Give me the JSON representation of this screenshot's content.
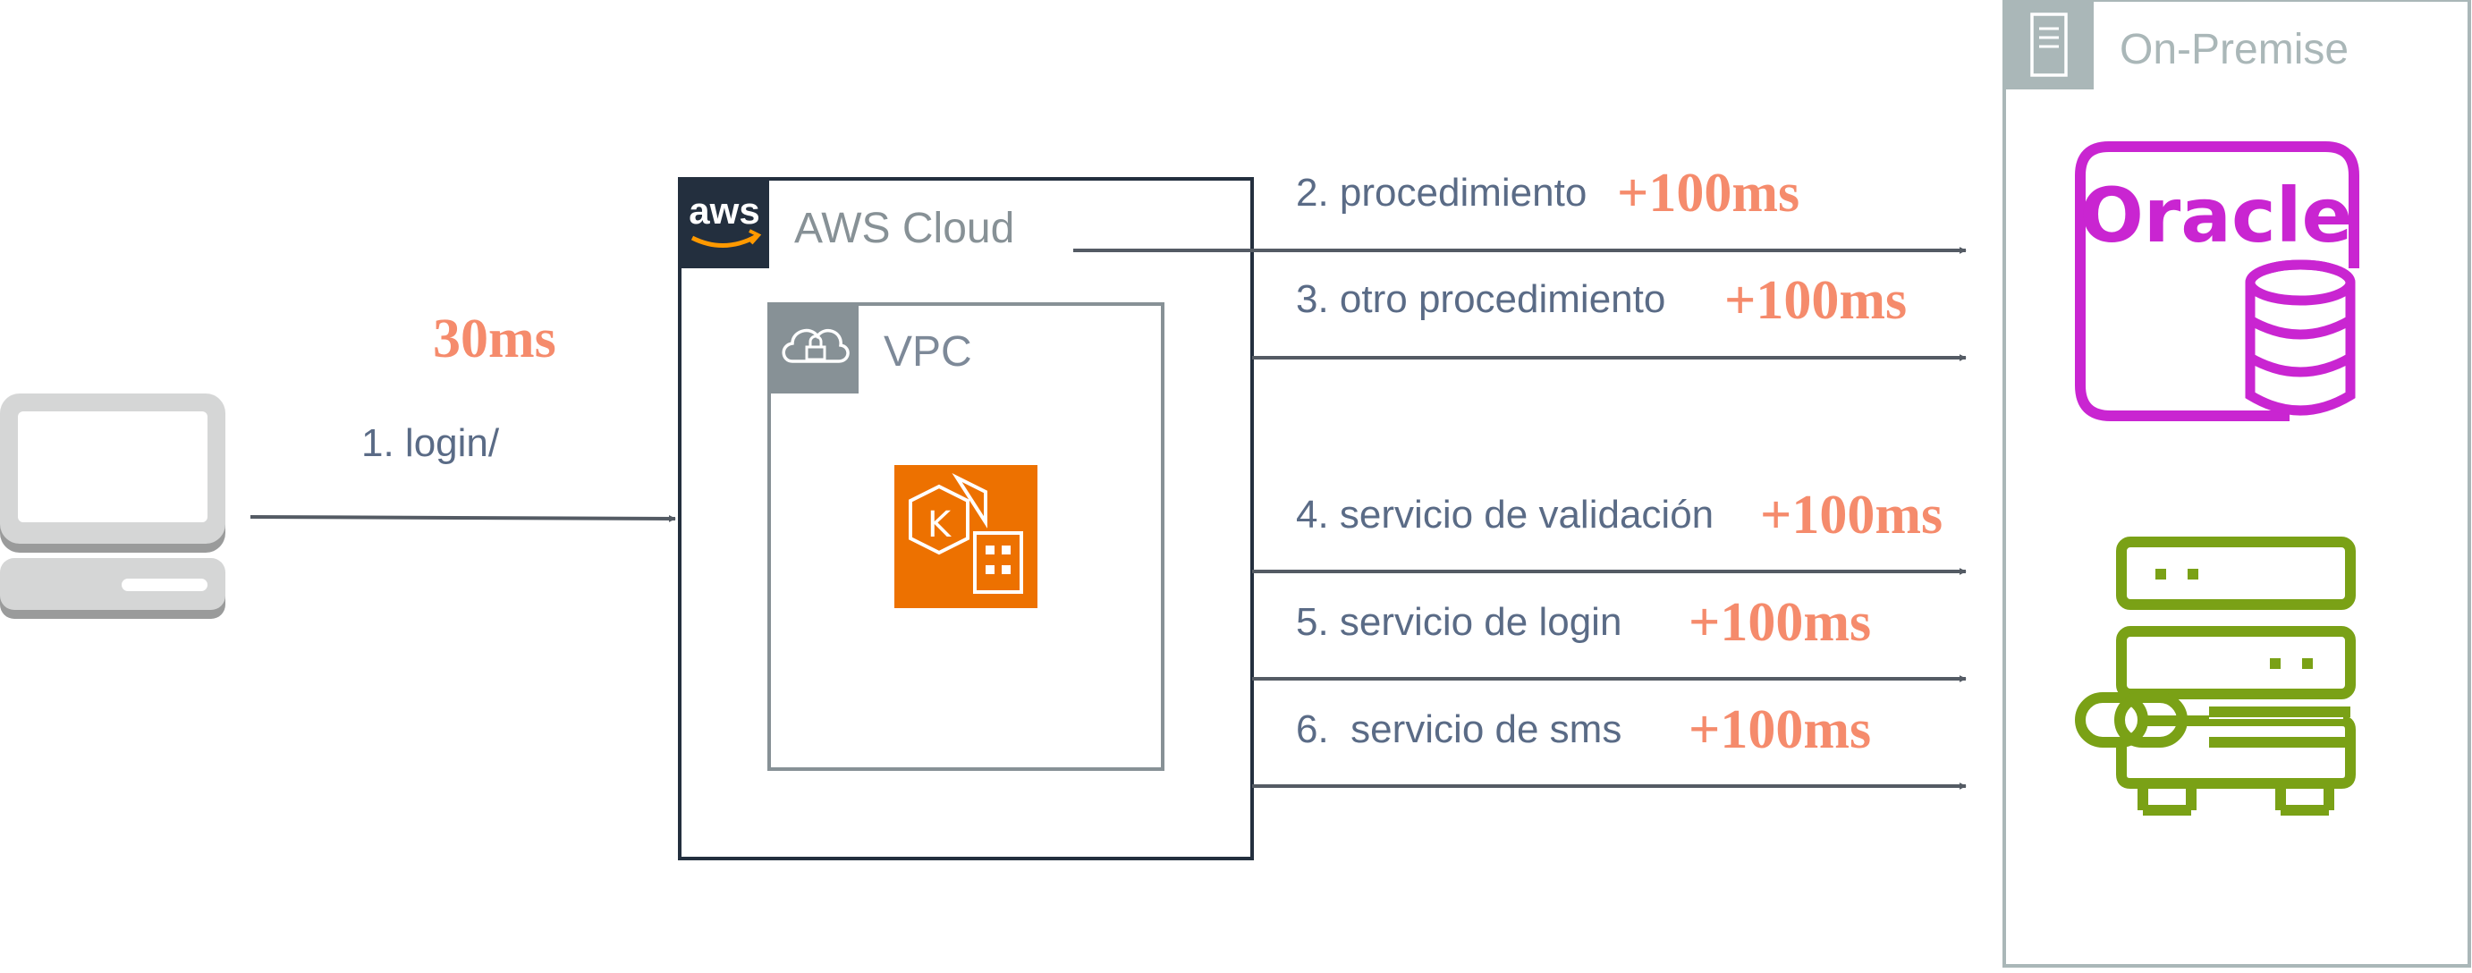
{
  "colors": {
    "latency": "#f58b6c",
    "label": "#5a6b86",
    "arrow": "#545b64",
    "aws_dark": "#232f3e",
    "vpc_grey": "#879196",
    "onprem_grey": "#aab7b8",
    "eks_orange": "#ed7100",
    "oracle_magenta": "#c925d1",
    "server_green": "#7aa116",
    "laptop_grey": "#d5d6d6"
  },
  "client": {
    "icon": "laptop-icon",
    "request_label": "1. login/",
    "latency": "30ms"
  },
  "aws_cloud": {
    "title": "AWS Cloud",
    "logo_text": "aws",
    "vpc": {
      "title": "VPC",
      "icon": "cloud-lock-icon",
      "service_icon": "eks-kubernetes-icon"
    }
  },
  "calls": [
    {
      "label": "2. procedimiento",
      "latency": "+100ms"
    },
    {
      "label": "3. otro procedimiento",
      "latency": "+100ms"
    },
    {
      "label": "4. servicio de validación",
      "latency": "+100ms"
    },
    {
      "label": "5. servicio de login",
      "latency": "+100ms"
    },
    {
      "label": "6.  servicio de sms",
      "latency": "+100ms"
    }
  ],
  "on_premise": {
    "title": "On-Premise",
    "icon": "server-rack-icon",
    "oracle": {
      "text": "Oracle",
      "icon": "oracle-database-icon"
    },
    "servers_icon": "linked-servers-icon"
  }
}
